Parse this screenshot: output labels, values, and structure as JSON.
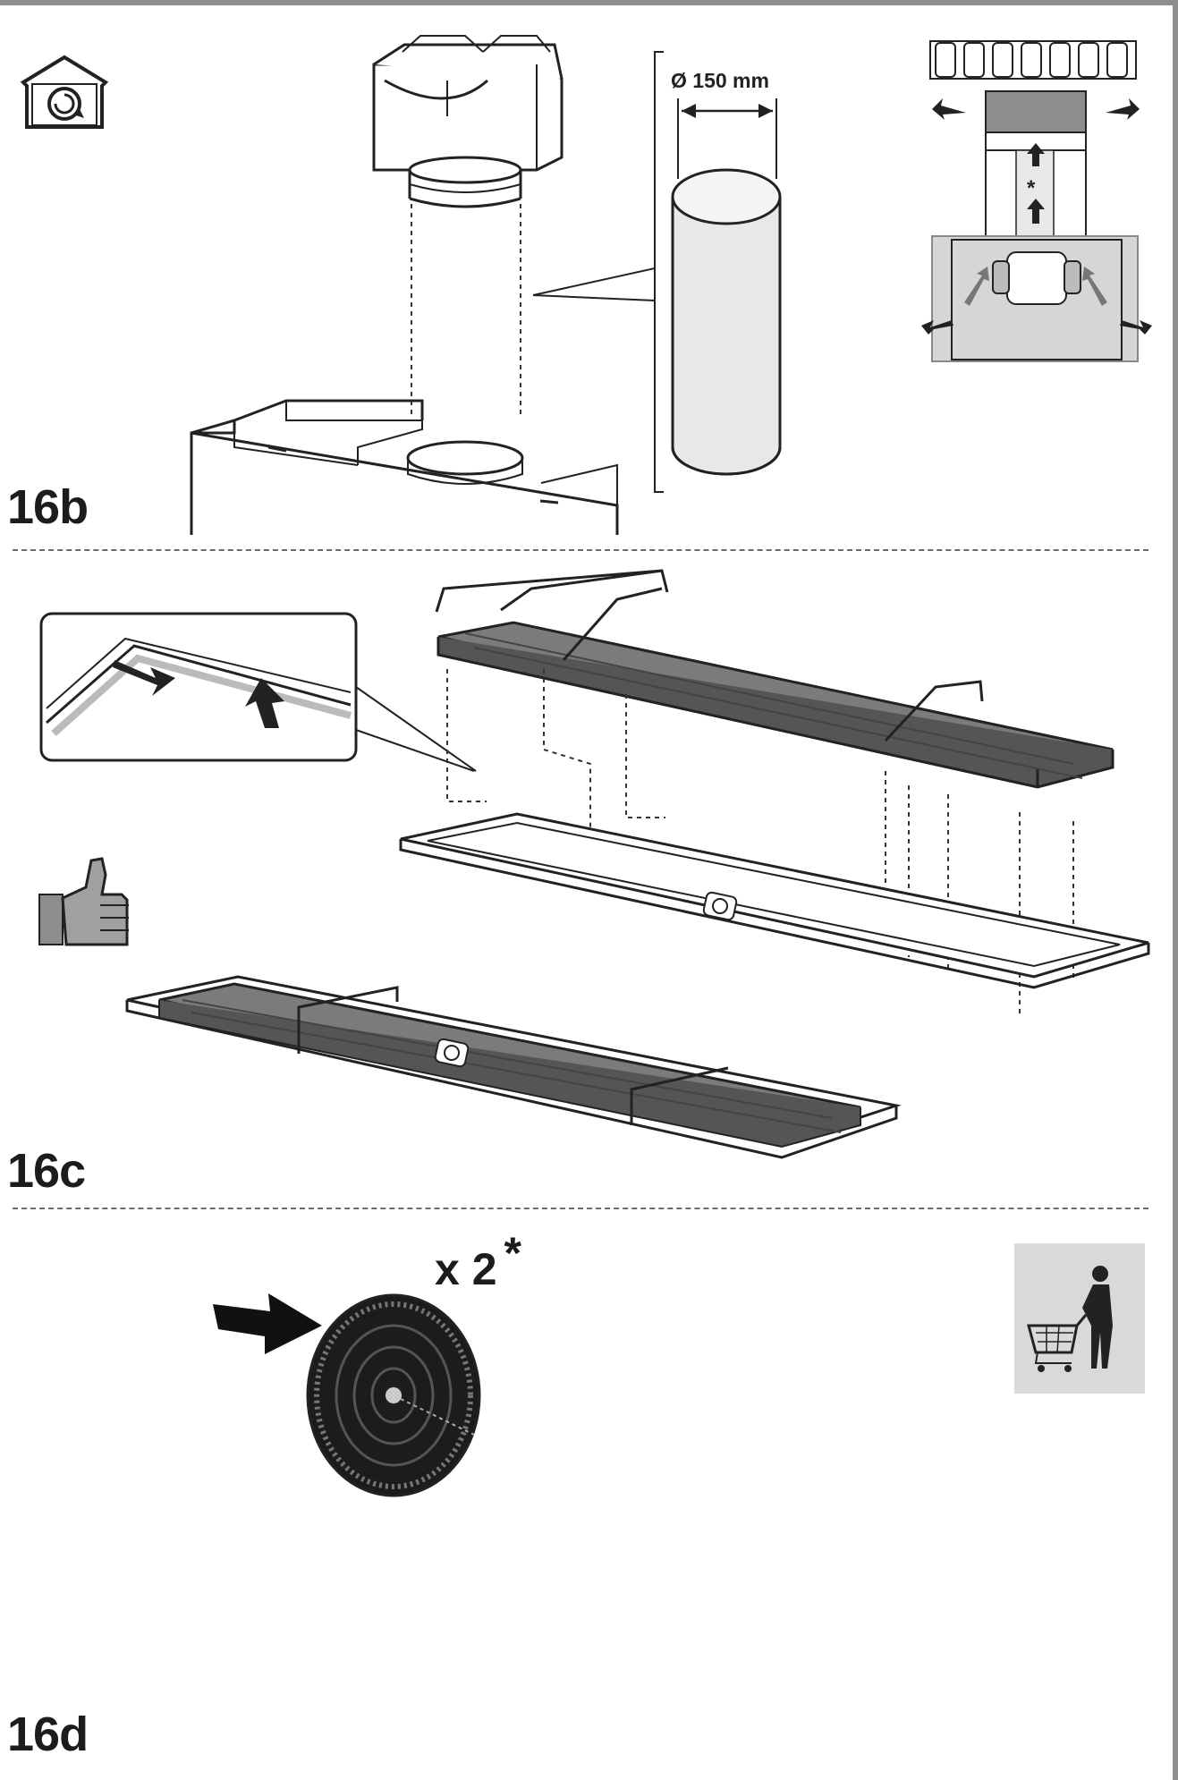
{
  "panels": [
    {
      "id": "16b",
      "label": "16b",
      "duct_diameter": "Ø 150 mm",
      "recirculation_mark": "*"
    },
    {
      "id": "16c",
      "label": "16c"
    },
    {
      "id": "16d",
      "label": "16d",
      "quantity": "x 2",
      "quantity_mark": "*"
    }
  ],
  "icons": {
    "recirculation": "recirculation-house-icon",
    "approval": "thumbs-up-icon",
    "purchase": "shopping-cart-person-icon"
  },
  "colors": {
    "line": "#1a1a1a",
    "filter_grey": "#7b7b7b",
    "panel_grey": "#d9d9d9",
    "border": "#8e8e8e"
  }
}
